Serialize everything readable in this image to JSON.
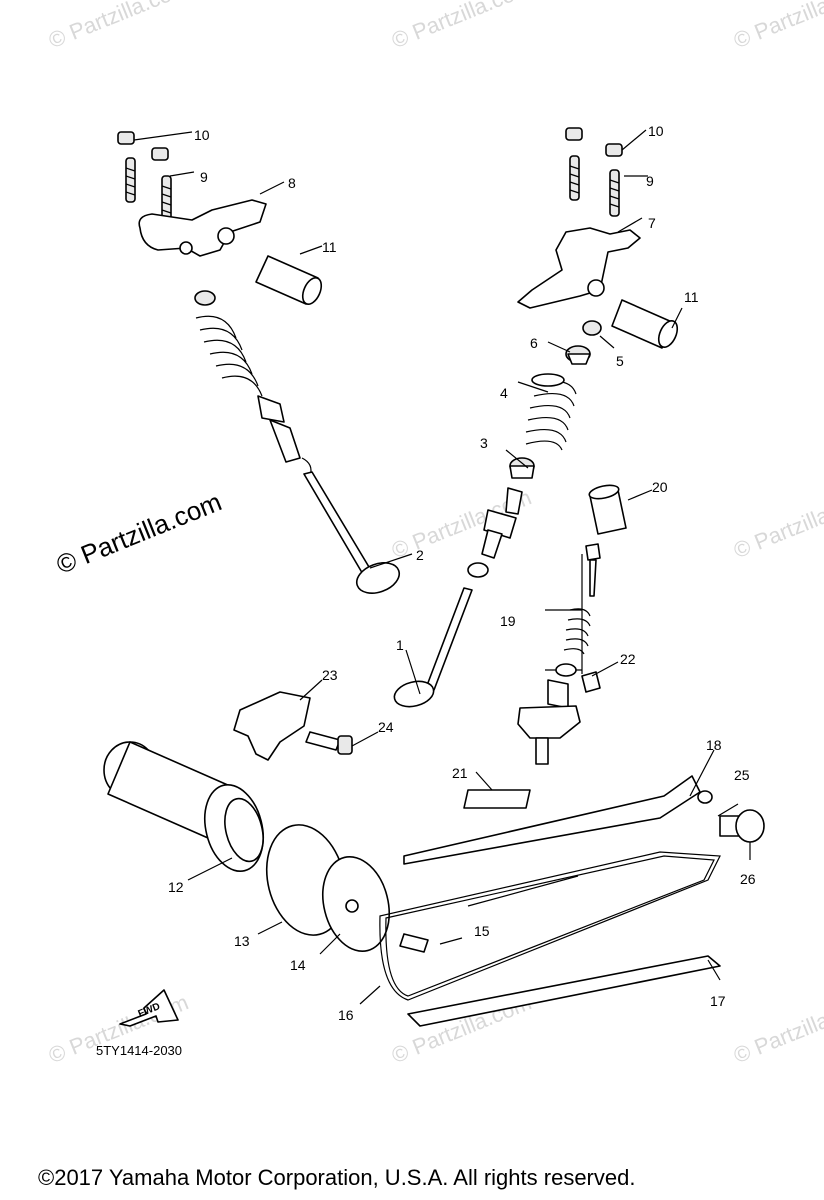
{
  "watermark": "© Partzilla.com",
  "diagram_code": "5TY1414-2030",
  "fwd_label": "FWD",
  "copyright": "©2017  Yamaha Motor Corporation, U.S.A. All rights reserved.",
  "callouts": {
    "c1": "1",
    "c2": "2",
    "c3": "3",
    "c4": "4",
    "c5": "5",
    "c6": "6",
    "c7": "7",
    "c8": "8",
    "c9a": "9",
    "c9b": "9",
    "c10a": "10",
    "c10b": "10",
    "c11a": "11",
    "c11b": "11",
    "c12": "12",
    "c13": "13",
    "c14": "14",
    "c15": "15",
    "c16": "16",
    "c17": "17",
    "c18": "18",
    "c19": "19",
    "c20": "20",
    "c21": "21",
    "c22": "22",
    "c23": "23",
    "c24": "24",
    "c25": "25",
    "c26": "26"
  }
}
